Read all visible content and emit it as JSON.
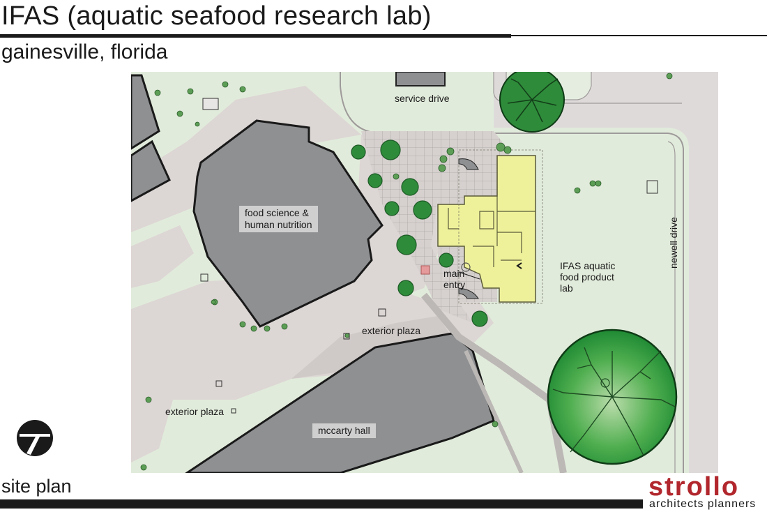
{
  "header": {
    "title": "IFAS (aquatic seafood research lab)",
    "subtitle": "gainesville, florida"
  },
  "plan": {
    "labels": {
      "service_drive": "service drive",
      "food_science_line1": "food science &",
      "food_science_line2": "human nutrition",
      "main_entry_line1": "main",
      "main_entry_line2": "entry",
      "ifas_line1": "IFAS aquatic",
      "ifas_line2": "food product",
      "ifas_line3": "lab",
      "newell_drive": "newell drive",
      "exterior_plaza_1": "exterior plaza",
      "exterior_plaza_2": "exterior plaza",
      "mccarty_hall": "mccarty hall"
    },
    "colors": {
      "lawn": "#dfe9d9",
      "paving": "#dcd6d4",
      "building": "#8e9092",
      "lab": "#eef19a",
      "tree": "#2e8b3a",
      "road": "#dcd8d8"
    }
  },
  "footer": {
    "section_label": "site plan",
    "logo_name": "strollo",
    "logo_sub": "architects planners"
  },
  "icons": {
    "north_arrow": "north-arrow-icon"
  }
}
